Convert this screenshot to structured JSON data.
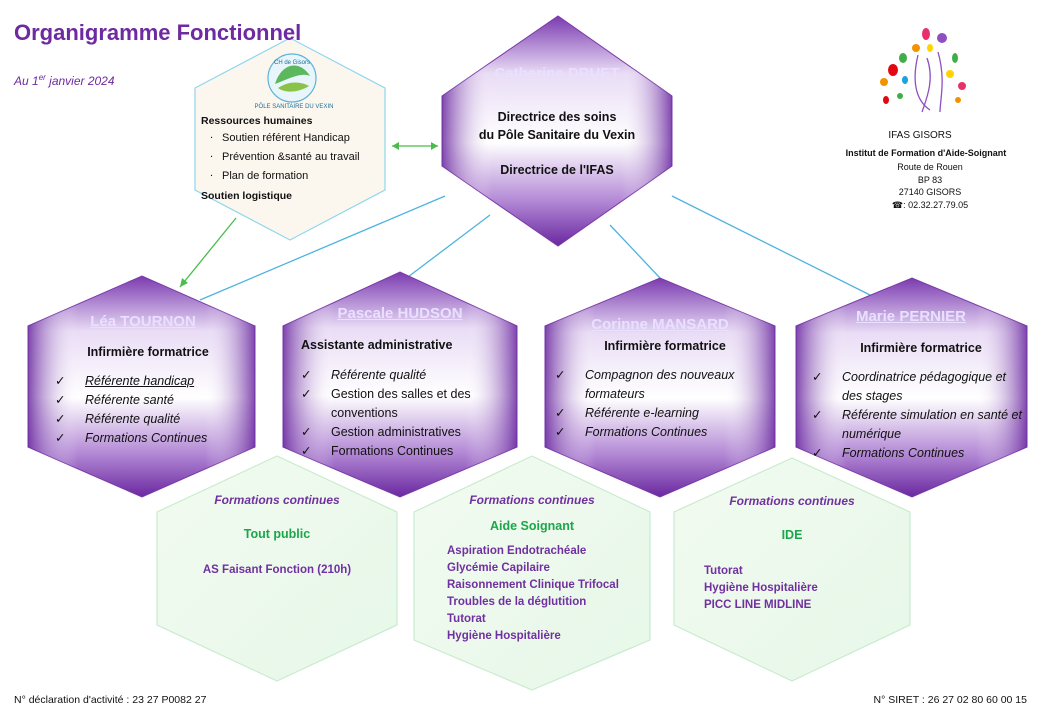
{
  "header": {
    "title": "Organigramme Fonctionnel",
    "date_prefix": "Au 1",
    "date_sup": "er",
    "date_suffix": " janvier 2024"
  },
  "rh_box": {
    "logo_top": "CH de Gisors",
    "logo_bottom": "PÔLE SANITAIRE DU VEXIN",
    "heading": "Ressources humaines",
    "items": [
      "Soutien référent Handicap",
      "Prévention &santé au travail",
      "Plan de formation"
    ],
    "footer": "Soutien logistique"
  },
  "director": {
    "name": "Catherine DRUET",
    "line1": "Directrice des soins",
    "line2": "du Pôle Sanitaire du Vexin",
    "line3": "Directrice de l'IFAS"
  },
  "ifas": {
    "name": "IFAS GISORS",
    "institute": "Institut de Formation d'Aide-Soignant",
    "address1": "Route de Rouen",
    "address2": "BP 83",
    "address3": "27140 GISORS",
    "phone": "☎: 02.32.27.79.05"
  },
  "staff": [
    {
      "name": "Léa TOURNON",
      "role": "Infirmière formatrice",
      "items": [
        "Référente handicap",
        "Référente santé",
        " Référente qualité",
        "Formations Continues"
      ]
    },
    {
      "name": "Pascale HUDSON",
      "role": "Assistante administrative",
      "items": [
        "Référente qualité",
        "Gestion des salles et des conventions",
        "Gestion administratives",
        " Formations Continues"
      ]
    },
    {
      "name": "Corinne MANSARD",
      "role": "Infirmière formatrice",
      "items": [
        "Compagnon des nouveaux formateurs",
        "Référente e-learning",
        "Formations Continues"
      ]
    },
    {
      "name": "Marie PERNIER",
      "role": "Infirmière formatrice",
      "items": [
        "Coordinatrice pédagogique et des stages",
        "Référente simulation en santé et numérique",
        "Formations Continues"
      ]
    }
  ],
  "formations": [
    {
      "heading": "Formations continues",
      "audience": "Tout public",
      "items": [
        "AS Faisant Fonction (210h)"
      ]
    },
    {
      "heading": "Formations continues",
      "audience": "Aide Soignant",
      "items": [
        "Aspiration Endotrachéale",
        "Glycémie Capilaire",
        "Raisonnement Clinique Trifocal",
        "Troubles de la déglutition",
        "Tutorat",
        "Hygiène Hospitalière"
      ]
    },
    {
      "heading": "Formations continues",
      "audience": "IDE",
      "items": [
        "Tutorat",
        "Hygiène Hospitalière",
        "PICC LINE MIDLINE"
      ]
    }
  ],
  "footer": {
    "left": "N° déclaration d'activité : 23 27 P0082 27",
    "right": "N° SIRET : 26 27 02 80 60 00 15"
  },
  "colors": {
    "title": "#6e2aa0",
    "hex_purple": "#7a3aa8",
    "green_text": "#1ca64b",
    "connector": "#4fb3e0"
  }
}
